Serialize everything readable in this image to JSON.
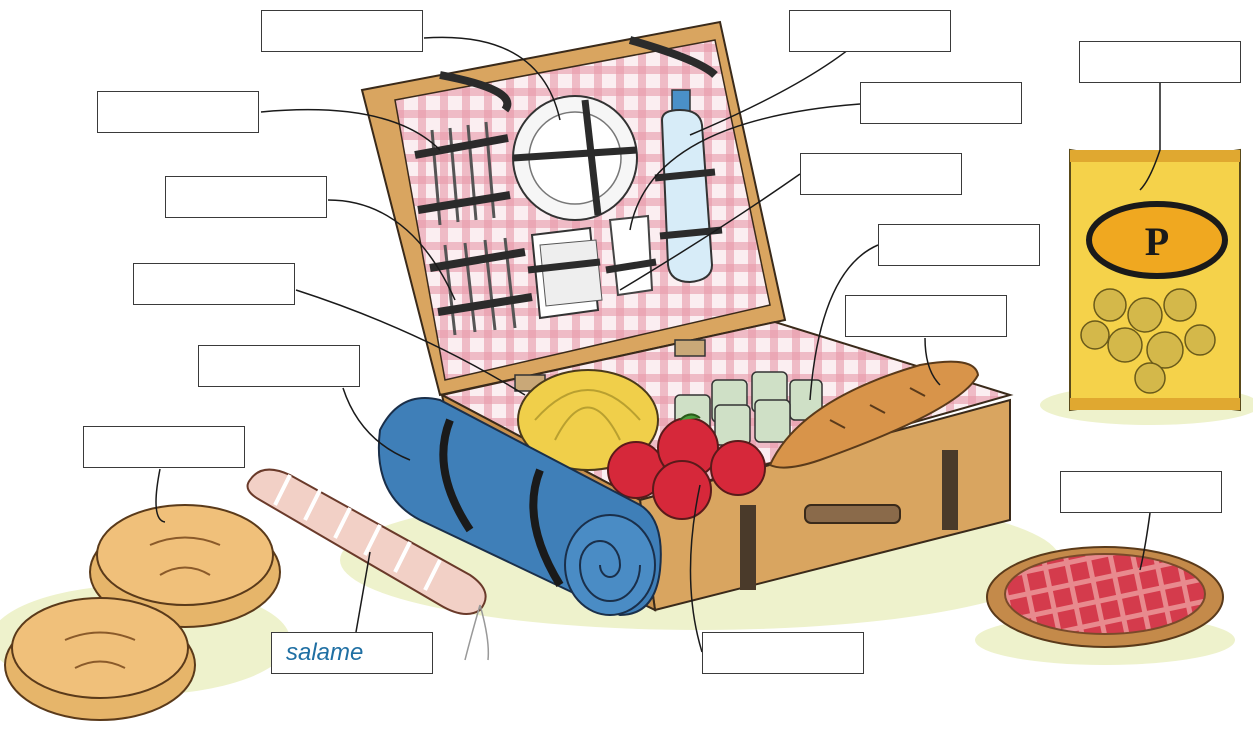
{
  "worksheet": {
    "labels": [
      {
        "id": "plates",
        "text": ""
      },
      {
        "id": "cutlery-forks",
        "text": ""
      },
      {
        "id": "cutlery-knives",
        "text": ""
      },
      {
        "id": "napkins",
        "text": ""
      },
      {
        "id": "blanket",
        "text": ""
      },
      {
        "id": "sandwiches",
        "text": ""
      },
      {
        "id": "salame",
        "text": "salame"
      },
      {
        "id": "water-bottle",
        "text": ""
      },
      {
        "id": "cups",
        "text": ""
      },
      {
        "id": "cans",
        "text": ""
      },
      {
        "id": "bread",
        "text": ""
      },
      {
        "id": "melon",
        "text": ""
      },
      {
        "id": "apples",
        "text": ""
      },
      {
        "id": "chips",
        "text": ""
      },
      {
        "id": "pie",
        "text": ""
      }
    ],
    "chips_logo_letter": "P"
  }
}
